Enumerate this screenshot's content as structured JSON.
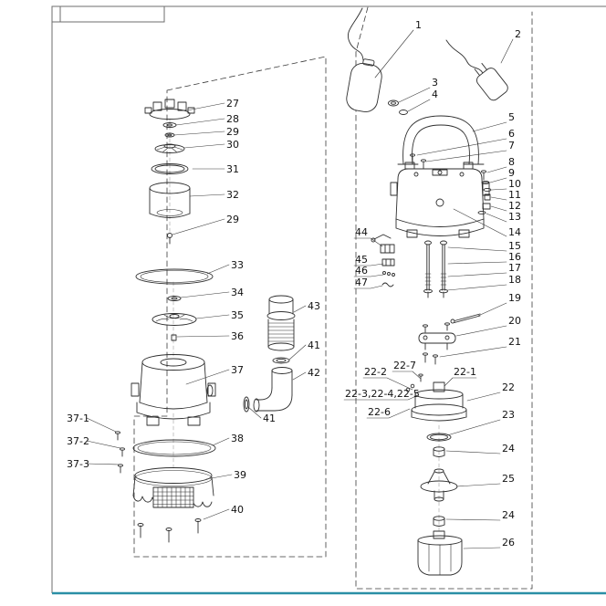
{
  "drawing": {
    "type": "exploded-parts-diagram",
    "colors": {
      "line": "#2e2e2e",
      "frame": "#6e6e6e",
      "accent_line": "#2a8fa6",
      "background": "#ffffff"
    },
    "callouts": {
      "n1": "1",
      "n2": "2",
      "n3": "3",
      "n4": "4",
      "n5": "5",
      "n6": "6",
      "n7": "7",
      "n8": "8",
      "n9": "9",
      "n10": "10",
      "n11": "11",
      "n12": "12",
      "n13": "13",
      "n14": "14",
      "n15": "15",
      "n16": "16",
      "n17": "17",
      "n18": "18",
      "n19": "19",
      "n20": "20",
      "n21": "21",
      "n22": "22",
      "n23": "23",
      "n24": "24",
      "n25": "25",
      "n26": "26",
      "n27": "27",
      "n28": "28",
      "n29": "29",
      "n30": "30",
      "n31": "31",
      "n32": "32",
      "n33": "33",
      "n34": "34",
      "n35": "35",
      "n36": "36",
      "n37": "37",
      "n38": "38",
      "n39": "39",
      "n40": "40",
      "n41": "41",
      "n42": "42",
      "n43": "43",
      "n44": "44",
      "n45": "45",
      "n46": "46",
      "n47": "47",
      "n37_1": "37-1",
      "n37_2": "37-2",
      "n37_3": "37-3",
      "n22_1": "22-1",
      "n22_2": "22-2",
      "n22_345": "22-3,22-4,22-5",
      "n22_6": "22-6",
      "n22_7": "22-7"
    }
  }
}
